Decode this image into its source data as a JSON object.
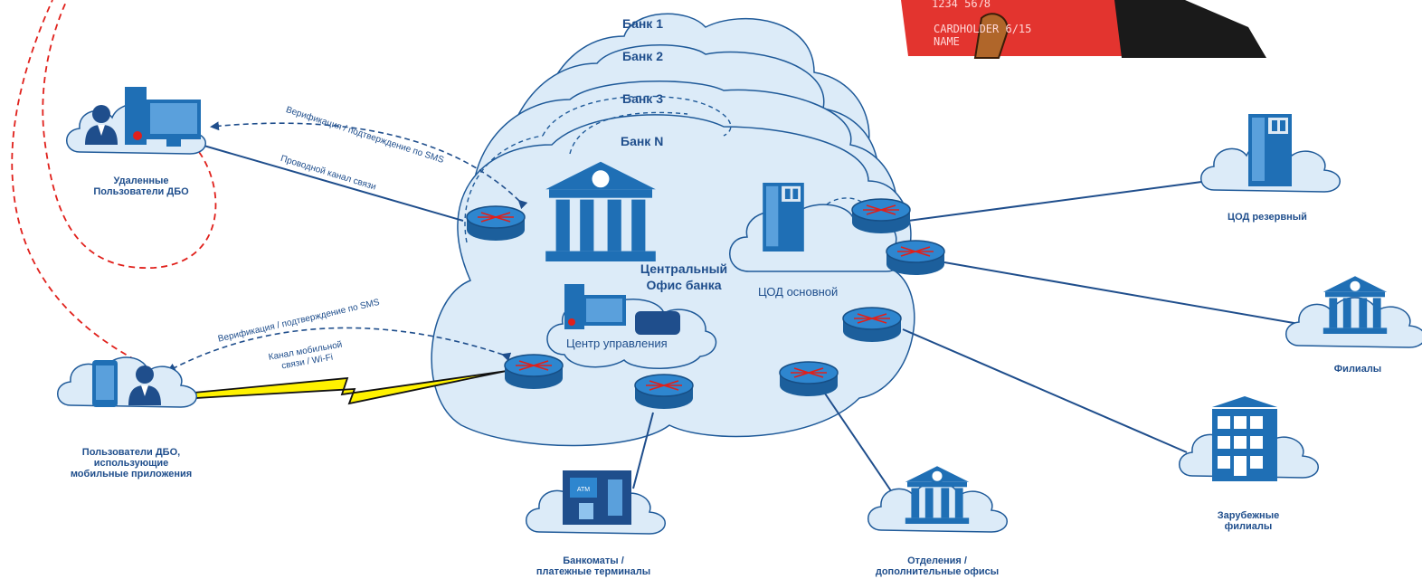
{
  "banks": [
    "Банк 1",
    "Банк 2",
    "Банк 3",
    "Банк N"
  ],
  "central_office": [
    "Центральный",
    "Офис банка"
  ],
  "cod_main": "ЦОД основной",
  "control_center": "Центр управления",
  "cod_reserve": "ЦОД резервный",
  "branches": "Филиалы",
  "foreign_branches": [
    "Зарубежные",
    "филиалы"
  ],
  "offices": [
    "Отделения /",
    "дополнительные офисы"
  ],
  "atms": [
    "Банкоматы /",
    "платежные терминалы"
  ],
  "remote_users": [
    "Удаленные",
    "Пользователи ДБО"
  ],
  "mobile_users": [
    "Пользователи ДБО,",
    "использующие",
    "мобильные приложения"
  ],
  "edges": {
    "verify_top": "Верификация / подтверждение по SMS",
    "wired": "Проводной канал связи",
    "verify_bottom": "Верификация / подтверждение по SMS",
    "mobile_channel": [
      "Канал мобильной",
      "связи / Wi-Fi"
    ]
  },
  "card": {
    "line1": "1234 5678",
    "line2": "CARDHOLDER 6/15",
    "line3": "NAME",
    "atm_label": "ATM"
  },
  "colors": {
    "blue": "#1f4e8c",
    "cloud_fill": "#dcebf8",
    "cloud_stroke": "#1f5a99",
    "router": "#2c7fc1",
    "red": "#e0201b"
  }
}
